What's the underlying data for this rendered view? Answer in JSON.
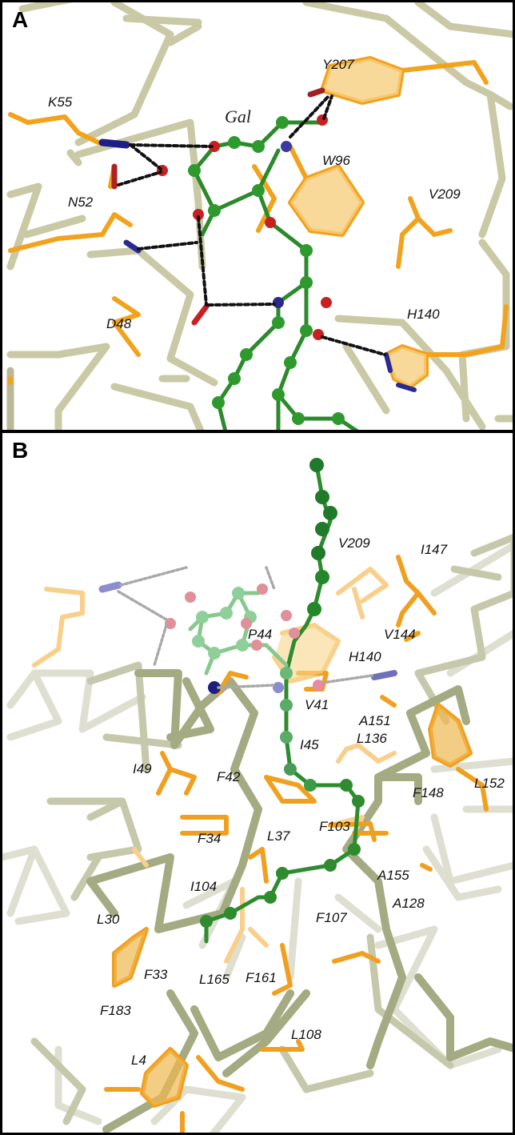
{
  "figure": {
    "panels": [
      {
        "id": "A",
        "label": "A",
        "ligand_label": "Gal",
        "residues": [
          "K55",
          "Y207",
          "W96",
          "V209",
          "N52",
          "D48",
          "H140"
        ]
      },
      {
        "id": "B",
        "label": "B",
        "residues": [
          "V209",
          "I147",
          "P44",
          "V144",
          "H140",
          "V41",
          "A151",
          "I45",
          "L136",
          "I49",
          "F42",
          "L152",
          "F148",
          "F34",
          "L37",
          "F103",
          "A155",
          "I104",
          "L30",
          "A128",
          "F107",
          "F33",
          "F161",
          "L165",
          "F183",
          "L108",
          "L4"
        ]
      }
    ],
    "colors": {
      "backbone": "#c8c8a8",
      "backbone_dark": "#9a9c78",
      "residue_carbon": "#f5a623",
      "ligand_carbon": "#2e8b2e",
      "oxygen": "#cc2222",
      "nitrogen": "#2a2a90",
      "hbond": "#111111",
      "hbond_b": "#a0a0a0"
    }
  },
  "a": {
    "label": "A",
    "gal": "Gal",
    "K55": "K55",
    "Y207": "Y207",
    "W96": "W96",
    "V209": "V209",
    "N52": "N52",
    "D48": "D48",
    "H140": "H140"
  },
  "b": {
    "label": "B",
    "V209": "V209",
    "I147": "I147",
    "P44": "P44",
    "V144": "V144",
    "H140": "H140",
    "V41": "V41",
    "A151": "A151",
    "I45": "I45",
    "L136": "L136",
    "I49": "I49",
    "F42": "F42",
    "L152": "L152",
    "F148": "F148",
    "F34": "F34",
    "L37": "L37",
    "F103": "F103",
    "A155": "A155",
    "I104": "I104",
    "L30": "L30",
    "A128": "A128",
    "F107": "F107",
    "F33": "F33",
    "F161": "F161",
    "L165": "L165",
    "F183": "F183",
    "L108": "L108",
    "L4": "L4"
  }
}
